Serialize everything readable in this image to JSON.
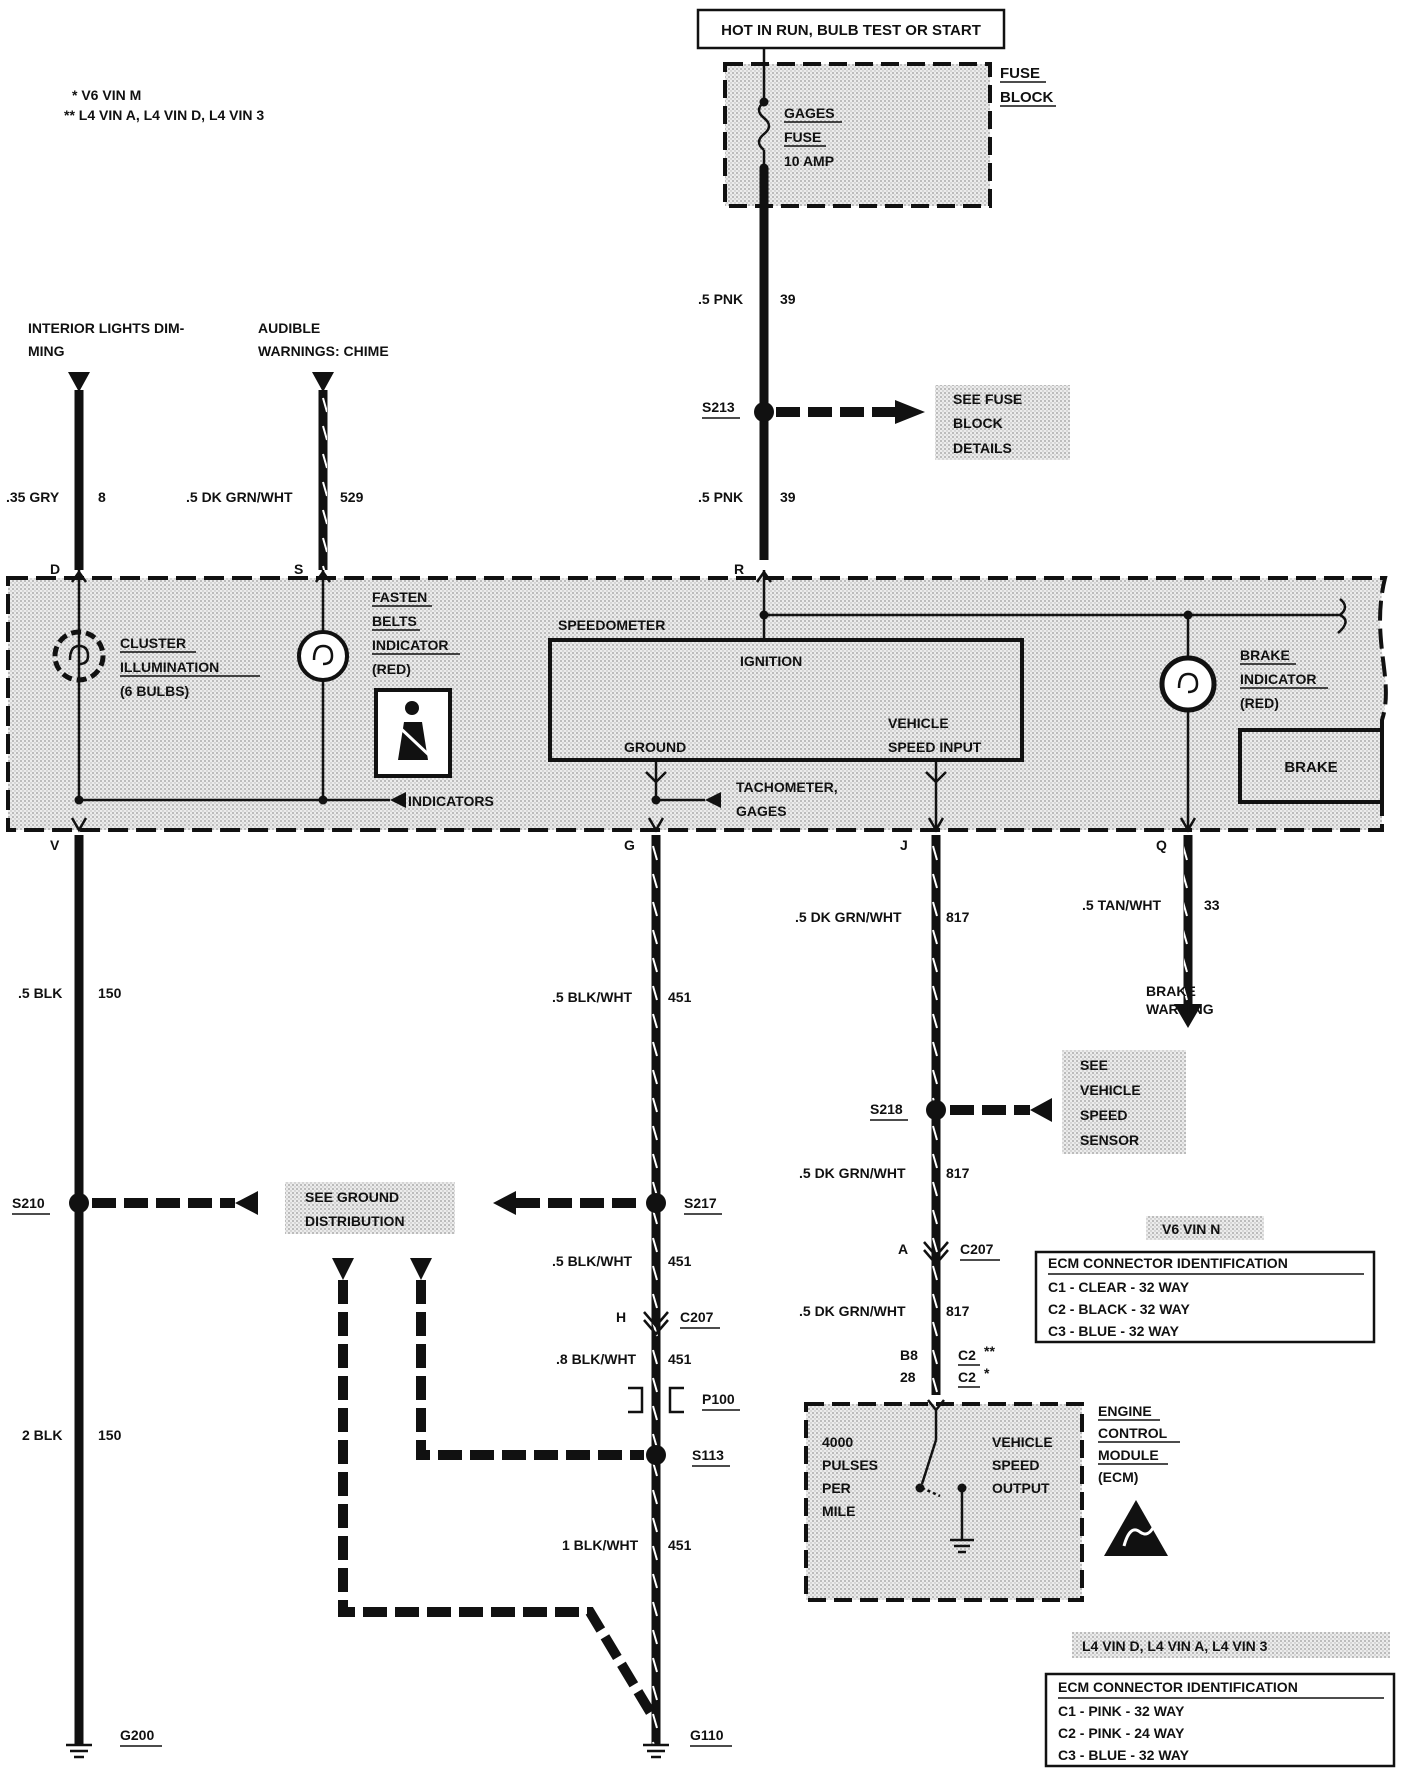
{
  "notes": {
    "v6": "* V6 VIN M",
    "l4": "** L4 VIN A, L4 VIN D, L4 VIN 3"
  },
  "power": {
    "source": "HOT IN RUN, BULB TEST OR START",
    "fuse_block": [
      "FUSE",
      "BLOCK"
    ],
    "fuse": [
      "GAGES",
      "FUSE",
      "10 AMP"
    ]
  },
  "destinations": {
    "dimming": [
      "INTERIOR LIGHTS DIM-",
      "MING"
    ],
    "chime": [
      "AUDIBLE",
      "WARNINGS: CHIME"
    ],
    "brake_warning": [
      "BRAKE",
      "WARNING"
    ]
  },
  "wires": {
    "gry": {
      "color": ".35 GRY",
      "circuit": "8"
    },
    "chime": {
      "color": ".5 DK GRN/WHT",
      "circuit": "529"
    },
    "pnk_top": {
      "color": ".5 PNK",
      "circuit": "39"
    },
    "pnk_bottom": {
      "color": ".5 PNK",
      "circuit": "39"
    },
    "blk_top": {
      "color": ".5 BLK",
      "circuit": "150"
    },
    "blk_bottom": {
      "color": "2 BLK",
      "circuit": "150"
    },
    "blkwht_1": {
      "color": ".5 BLK/WHT",
      "circuit": "451"
    },
    "blkwht_2": {
      "color": ".5 BLK/WHT",
      "circuit": "451"
    },
    "blkwht_3": {
      "color": ".8 BLK/WHT",
      "circuit": "451"
    },
    "blkwht_4": {
      "color": "1 BLK/WHT",
      "circuit": "451"
    },
    "vss_1": {
      "color": ".5 DK GRN/WHT",
      "circuit": "817"
    },
    "vss_2": {
      "color": ".5 DK GRN/WHT",
      "circuit": "817"
    },
    "vss_3": {
      "color": ".5 DK GRN/WHT",
      "circuit": "817"
    },
    "tan": {
      "color": ".5 TAN/WHT",
      "circuit": "33"
    }
  },
  "pins": {
    "D": "D",
    "S": "S",
    "R": "R",
    "V": "V",
    "G": "G",
    "J": "J",
    "Q": "Q",
    "A": "A",
    "H": "H",
    "B8": "B8",
    "28": "28"
  },
  "splices": {
    "s213": "S213",
    "s210": "S210",
    "s217": "S217",
    "s218": "S218",
    "s113": "S113"
  },
  "connectors": {
    "c207_a": "C207",
    "c207_b": "C207",
    "c2_a": "C2",
    "c2_a_mark": "**",
    "c2_b": "C2",
    "c2_b_mark": "*",
    "p100": "P100"
  },
  "grounds": {
    "g200": "G200",
    "g110": "G110"
  },
  "references": {
    "fuse_details": [
      "SEE FUSE",
      "BLOCK",
      "DETAILS"
    ],
    "ground_distribution": [
      "SEE GROUND",
      "DISTRIBUTION"
    ],
    "vss": [
      "SEE",
      "VEHICLE",
      "SPEED",
      "SENSOR"
    ]
  },
  "cluster": {
    "illumination": [
      "CLUSTER",
      "ILLUMINATION",
      "(6 BULBS)"
    ],
    "fasten": [
      "FASTEN",
      "BELTS",
      "INDICATOR",
      "(RED)"
    ],
    "indicators": "INDICATORS",
    "speedometer": "SPEEDOMETER",
    "ignition": "IGNITION",
    "ground": "GROUND",
    "vehicle_speed_input": [
      "VEHICLE",
      "SPEED INPUT"
    ],
    "tach": [
      "TACHOMETER,",
      "GAGES"
    ],
    "brake_indicator": [
      "BRAKE",
      "INDICATOR",
      "(RED)"
    ],
    "brake_label": "BRAKE"
  },
  "ecm": {
    "pulses": [
      "4000",
      "PULSES",
      "PER",
      "MILE"
    ],
    "output": [
      "VEHICLE",
      "SPEED",
      "OUTPUT"
    ],
    "title": [
      "ENGINE",
      "CONTROL",
      "MODULE",
      "(ECM)"
    ]
  },
  "ecm_tables": [
    {
      "heading": "V6 VIN N",
      "title": "ECM CONNECTOR IDENTIFICATION",
      "rows": [
        "C1 - CLEAR - 32 WAY",
        "C2 - BLACK - 32 WAY",
        "C3 - BLUE - 32 WAY"
      ]
    },
    {
      "heading": "L4 VIN D, L4 VIN A, L4 VIN 3",
      "title": "ECM CONNECTOR IDENTIFICATION",
      "rows": [
        "C1 - PINK - 32 WAY",
        "C2 - PINK - 24 WAY",
        "C3 - BLUE - 32 WAY"
      ]
    }
  ],
  "icons": [
    "seatbelt-icon",
    "esd-warning-icon",
    "bulb-icon",
    "ground-icon",
    "fuse-icon"
  ]
}
